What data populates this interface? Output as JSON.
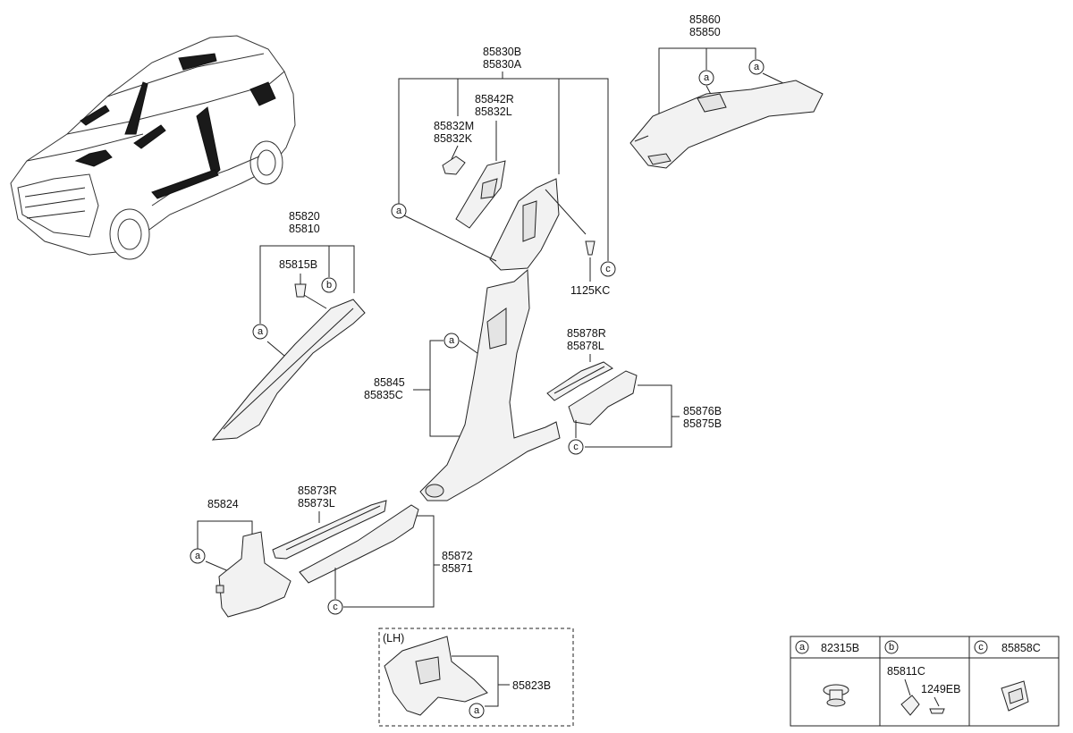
{
  "parts": {
    "p85860": "85860",
    "p85850": "85850",
    "p85830B": "85830B",
    "p85830A": "85830A",
    "p85842R": "85842R",
    "p85832L": "85832L",
    "p85832M": "85832M",
    "p85832K": "85832K",
    "p85820": "85820",
    "p85810": "85810",
    "p85815B": "85815B",
    "p1125KC": "1125KC",
    "p85845": "85845",
    "p85835C": "85835C",
    "p85878R": "85878R",
    "p85878L": "85878L",
    "p85876B": "85876B",
    "p85875B": "85875B",
    "p85824": "85824",
    "p85873R": "85873R",
    "p85873L": "85873L",
    "p85872": "85872",
    "p85871": "85871",
    "p85823B": "85823B",
    "lh": "(LH)"
  },
  "callouts": {
    "a": "a",
    "b": "b",
    "c": "c"
  },
  "legend": {
    "a_code": "82315B",
    "b_code_1": "85811C",
    "b_code_2": "1249EB",
    "c_code": "85858C"
  }
}
